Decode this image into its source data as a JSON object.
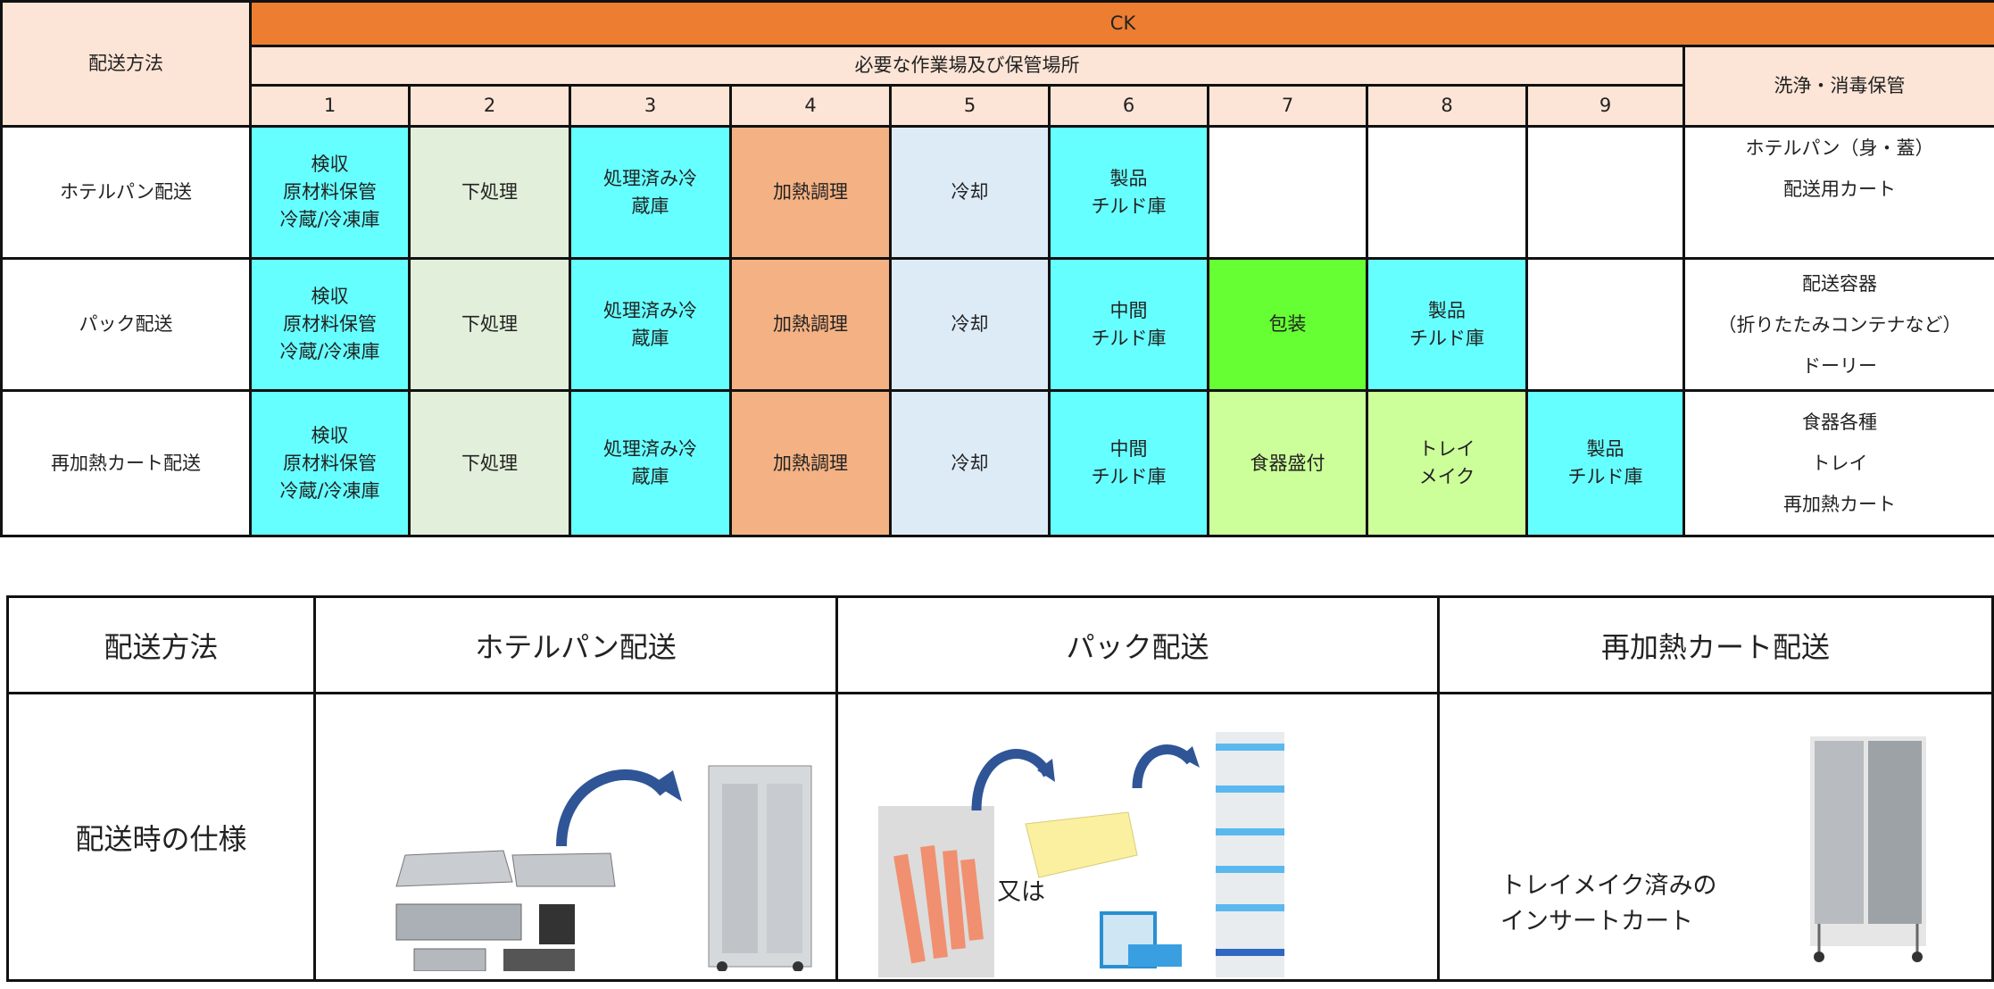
{
  "table1": {
    "method_header": "配送方法",
    "ck_header": "CK",
    "workplace_header": "必要な作業場及び保管場所",
    "storage_header": "洗浄・消毒保管",
    "step_numbers": [
      "1",
      "2",
      "3",
      "4",
      "5",
      "6",
      "7",
      "8",
      "9"
    ],
    "colors": {
      "orange": "#ED7D31",
      "peach": "#FCE4D6",
      "cyan": "#66FFFF",
      "greygreen": "#E2EFDA",
      "salmon": "#F4B183",
      "lightblue": "#DDEBF7",
      "green": "#66FF33",
      "lime": "#CCFF99"
    },
    "rows": [
      {
        "label": "ホテルパン配送",
        "cells": [
          "検収\n原材料保管\n冷蔵/冷凍庫",
          "下処理",
          "処理済み冷\n蔵庫",
          "加熱調理",
          "冷却",
          "製品\nチルド庫",
          "",
          "",
          ""
        ],
        "storage": "ホテルパン（身・蓋）\n配送用カート"
      },
      {
        "label": "パック配送",
        "cells": [
          "検収\n原材料保管\n冷蔵/冷凍庫",
          "下処理",
          "処理済み冷\n蔵庫",
          "加熱調理",
          "冷却",
          "中間\nチルド庫",
          "包装",
          "製品\nチルド庫",
          ""
        ],
        "storage": "配送容器\n（折りたたみコンテナなど）\nドーリー"
      },
      {
        "label": "再加熱カート配送",
        "cells": [
          "検収\n原材料保管\n冷蔵/冷凍庫",
          "下処理",
          "処理済み冷\n蔵庫",
          "加熱調理",
          "冷却",
          "中間\nチルド庫",
          "食器盛付",
          "トレイ\nメイク",
          "製品\nチルド庫"
        ],
        "storage": "食器各種\nトレイ\n再加熱カート"
      }
    ]
  },
  "table2": {
    "method_header": "配送方法",
    "columns": [
      "ホテルパン配送",
      "パック配送",
      "再加熱カート配送"
    ],
    "row_label": "配送時の仕様",
    "pack_or_label": "又は",
    "reheat_caption": "トレイメイク済みの\nインサートカート"
  }
}
